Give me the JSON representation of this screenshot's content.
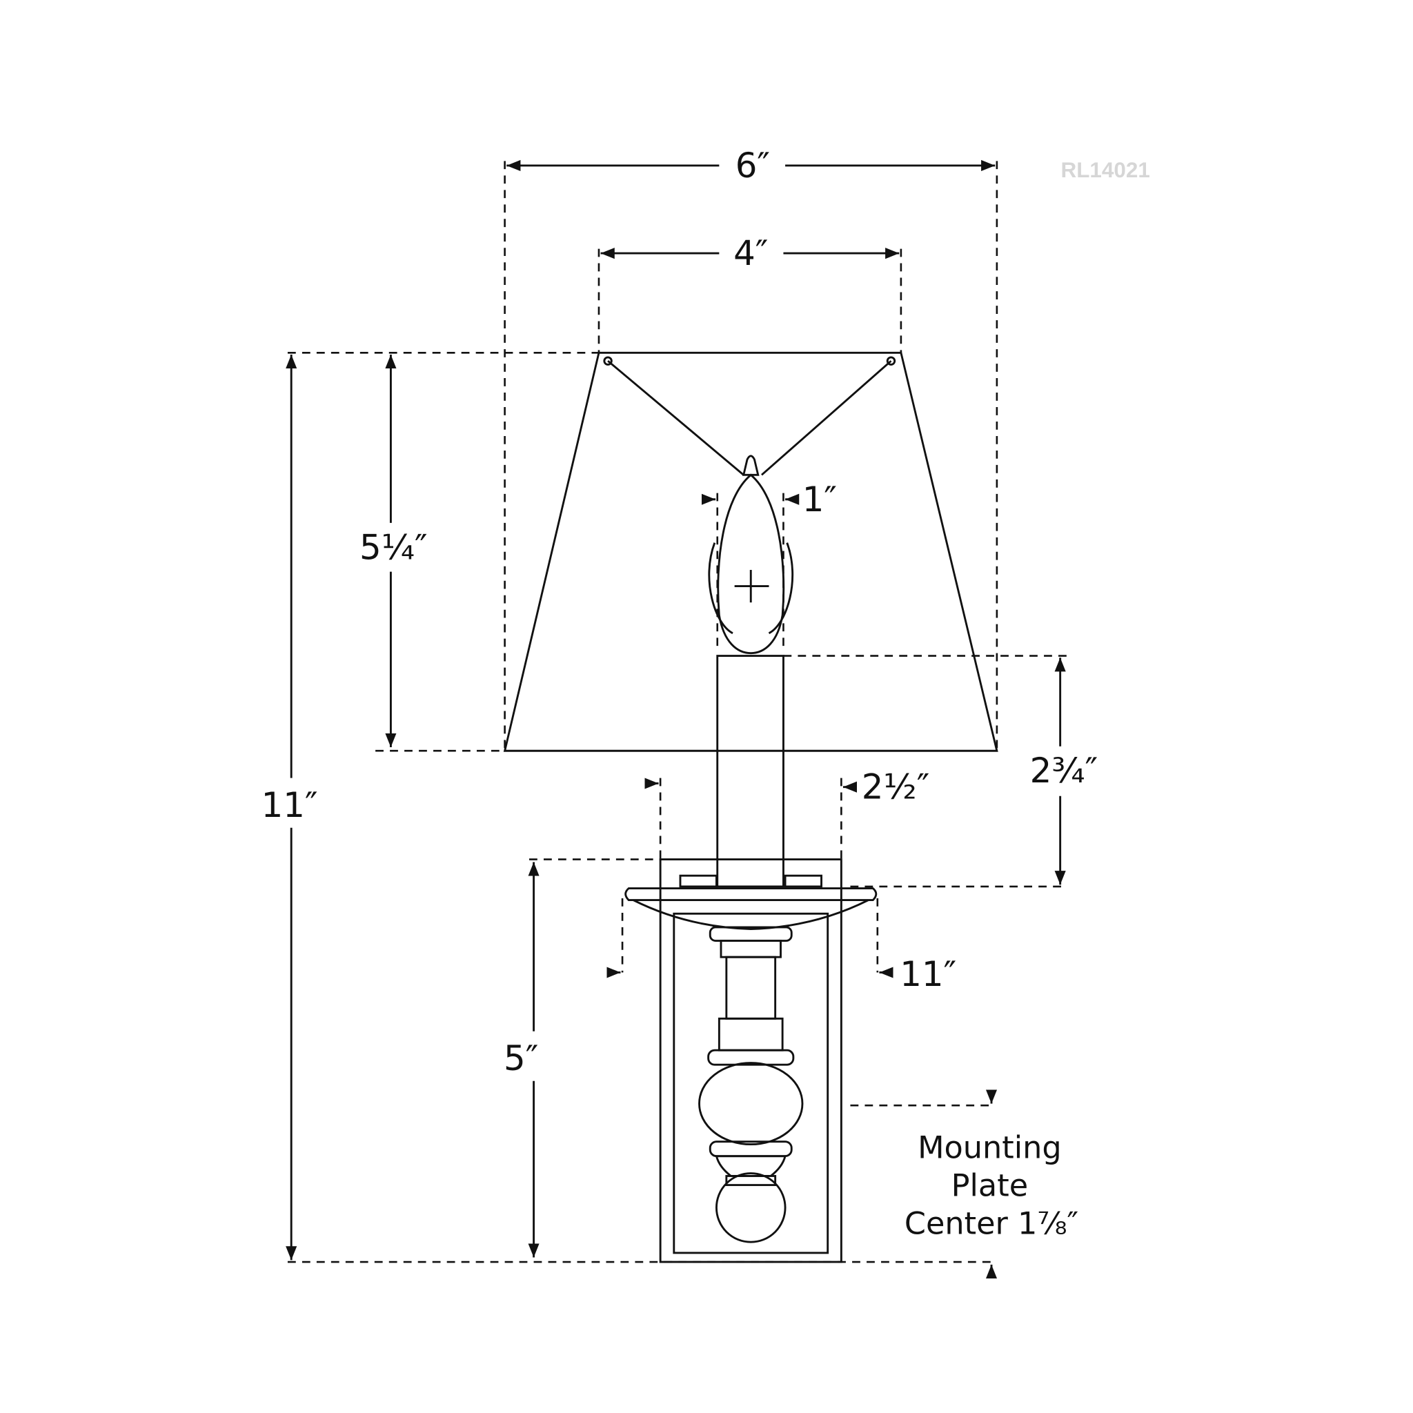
{
  "model_number": "RL14021",
  "dimensions": {
    "shade_bottom_width": "6″",
    "shade_top_width": "4″",
    "shade_height": "5¼″",
    "overall_height": "11″",
    "bulb_width": "1″",
    "socket_height": "2¾″",
    "backplate_width": "2½″",
    "extension": "11″",
    "backplate_height": "5″"
  },
  "mounting_note": {
    "line1": "Mounting",
    "line2": "Plate",
    "line3": "Center 1⅞″"
  }
}
